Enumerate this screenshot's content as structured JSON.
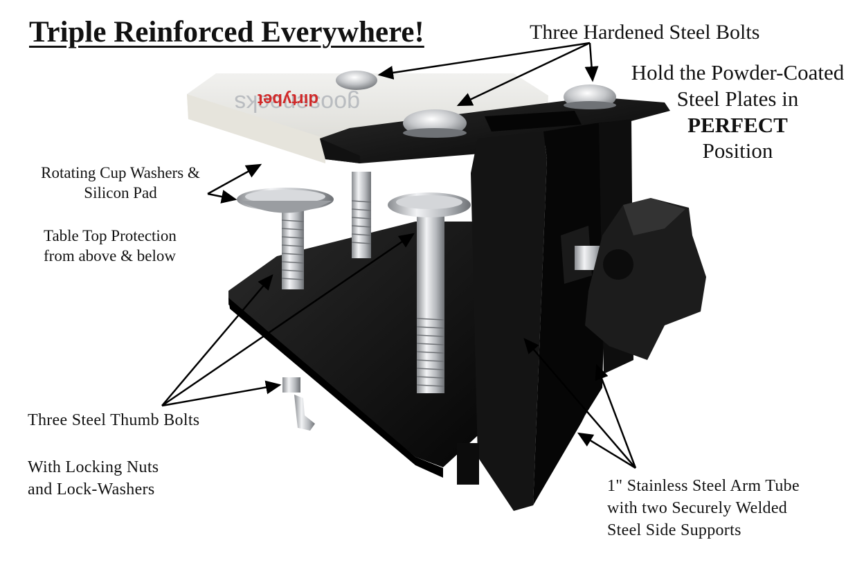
{
  "title": "Triple Reinforced Everywhere!",
  "callouts": {
    "steel_bolts": "Three Hardened Steel Bolts",
    "plates": {
      "line1": "Hold the Powder-Coated",
      "line2": "Steel Plates in",
      "emphasis": "PERFECT",
      "line4": "Position"
    },
    "washers": {
      "line1": "Rotating Cup Washers &",
      "line2": "Silicon Pad"
    },
    "protection": {
      "line1": "Table Top Protection",
      "line2": "from above & below"
    },
    "thumb_bolts": "Three Steel Thumb Bolts",
    "locking": {
      "line1": "With Locking Nuts",
      "line2": "and Lock-Washers"
    },
    "arm_tube": {
      "line1": "1\" Stainless Steel Arm Tube",
      "line2": "with two Securely Welded",
      "line3": "Steel Side Supports"
    }
  },
  "pad_logo_text": "goosenecks"
}
